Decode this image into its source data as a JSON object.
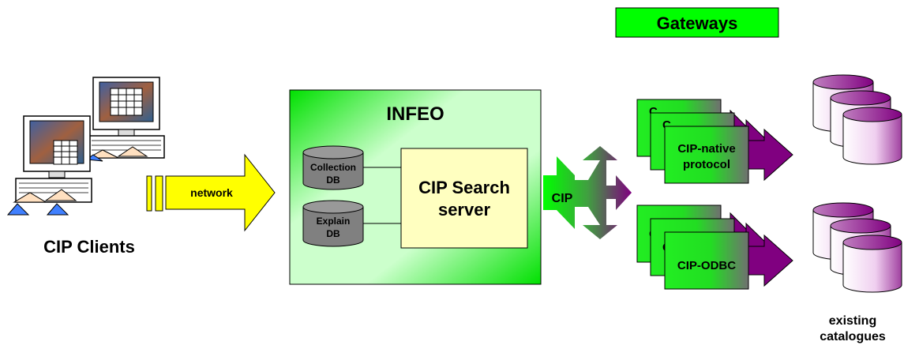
{
  "gateways_header": "Gateways",
  "infeo": {
    "title": "INFEO",
    "collection_db": [
      "Collection",
      "DB"
    ],
    "explain_db": [
      "Explain",
      "DB"
    ],
    "search_server": [
      "CIP Search",
      "server"
    ]
  },
  "network_label": "network",
  "cip_label": "CIP",
  "clients_label": "CIP Clients",
  "gateway_top": {
    "back_letters": [
      "C",
      "C"
    ],
    "front": [
      "CIP-native",
      "protocol"
    ]
  },
  "gateway_bottom": {
    "back_letters": [
      "C",
      "C"
    ],
    "front": [
      "CIP-ODBC"
    ]
  },
  "catalogues_label": [
    "existing",
    "catalogues"
  ],
  "colors": {
    "bright_green": "#00ff00",
    "box_green": "#33ee33",
    "light_yellow": "#ffffc0",
    "arrow_yellow": "#ffff00",
    "purple": "#800080",
    "db_gray": "#808080",
    "white": "#ffffff"
  }
}
